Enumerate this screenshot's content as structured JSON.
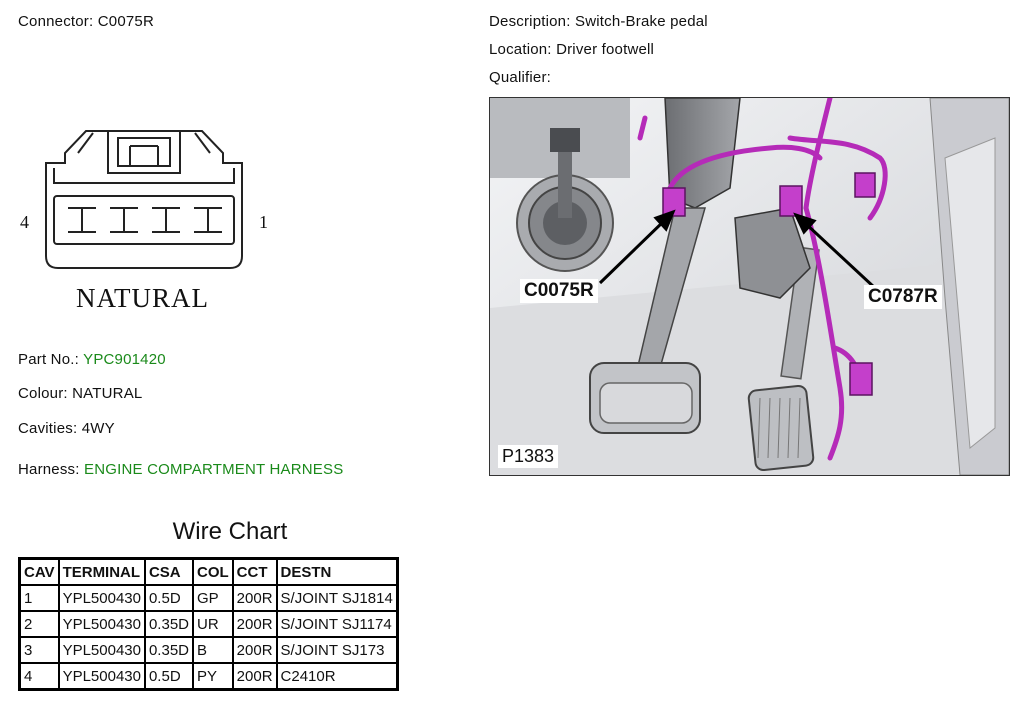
{
  "header": {
    "connector_label": "Connector:",
    "connector_value": "C0075R",
    "description_label": "Description:",
    "description_value": "Switch-Brake pedal",
    "location_label": "Location:",
    "location_value": "Driver footwell",
    "qualifier_label": "Qualifier:",
    "qualifier_value": ""
  },
  "connector_face": {
    "pin_left": "4",
    "pin_right": "1",
    "colour_text": "NATURAL"
  },
  "details": {
    "part_label": "Part No.:",
    "part_value": "YPC901420",
    "colour_label": "Colour:",
    "colour_value": "NATURAL",
    "cavities_label": "Cavities:",
    "cavities_value": "4WY",
    "harness_label": "Harness:",
    "harness_value": "ENGINE COMPARTMENT HARNESS"
  },
  "wire_chart": {
    "title": "Wire Chart",
    "headers": [
      "CAV",
      "TERMINAL",
      "CSA",
      "COL",
      "CCT",
      "DESTN"
    ],
    "rows": [
      [
        "1",
        "YPL500430",
        "0.5D",
        "GP",
        "200R",
        "S/JOINT SJ1814"
      ],
      [
        "2",
        "YPL500430",
        "0.35D",
        "UR",
        "200R",
        "S/JOINT SJ1174"
      ],
      [
        "3",
        "YPL500430",
        "0.35D",
        "B",
        "200R",
        "S/JOINT SJ173"
      ],
      [
        "4",
        "YPL500430",
        "0.5D",
        "PY",
        "200R",
        "C2410R"
      ]
    ]
  },
  "photo": {
    "callout_left": "C0075R",
    "callout_right": "C0787R",
    "figure_id": "P1383"
  },
  "colors": {
    "green_text": "#1a8a1a",
    "harness_magenta": "#b52bb8"
  }
}
